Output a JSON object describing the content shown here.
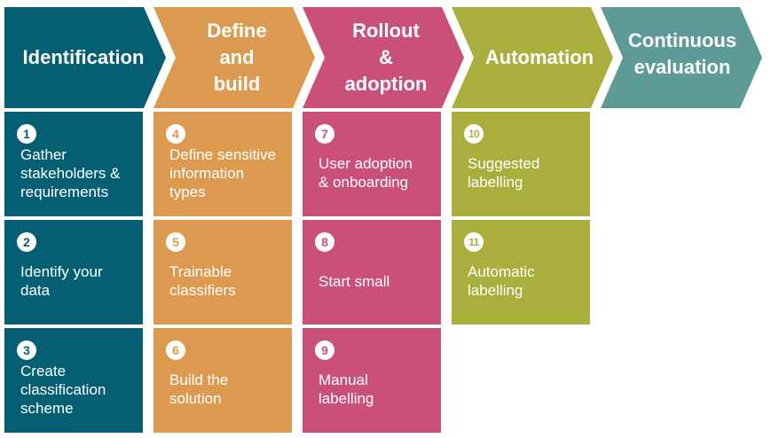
{
  "colors": {
    "identification": "#045F72",
    "define": "#DB9A4F",
    "rollout": "#CB5079",
    "automation": "#A9AE3D",
    "continuous": "#5E9A96"
  },
  "phases": [
    {
      "key": "identification",
      "title": "Identification"
    },
    {
      "key": "define",
      "title": "Define\nand\nbuild"
    },
    {
      "key": "rollout",
      "title": "Rollout\n&\nadoption"
    },
    {
      "key": "automation",
      "title": "Automation"
    },
    {
      "key": "continuous",
      "title": "Continuous\nevaluation"
    }
  ],
  "steps": [
    {
      "number": "1",
      "text": "Gather\nstakeholders &\nrequirements",
      "phase": "identification"
    },
    {
      "number": "2",
      "text": "Identify your\ndata",
      "phase": "identification"
    },
    {
      "number": "3",
      "text": "Create\nclassification\nscheme",
      "phase": "identification"
    },
    {
      "number": "4",
      "text": "Define sensitive\ninformation\ntypes",
      "phase": "define"
    },
    {
      "number": "5",
      "text": "Trainable\nclassifiers",
      "phase": "define"
    },
    {
      "number": "6",
      "text": "Build the\nsolution",
      "phase": "define"
    },
    {
      "number": "7",
      "text": "User adoption\n& onboarding",
      "phase": "rollout"
    },
    {
      "number": "8",
      "text": "Start small",
      "phase": "rollout"
    },
    {
      "number": "9",
      "text": "Manual\nlabelling",
      "phase": "rollout"
    },
    {
      "number": "10",
      "text": "Suggested\nlabelling",
      "phase": "automation"
    },
    {
      "number": "11",
      "text": "Automatic\nlabelling",
      "phase": "automation"
    }
  ]
}
